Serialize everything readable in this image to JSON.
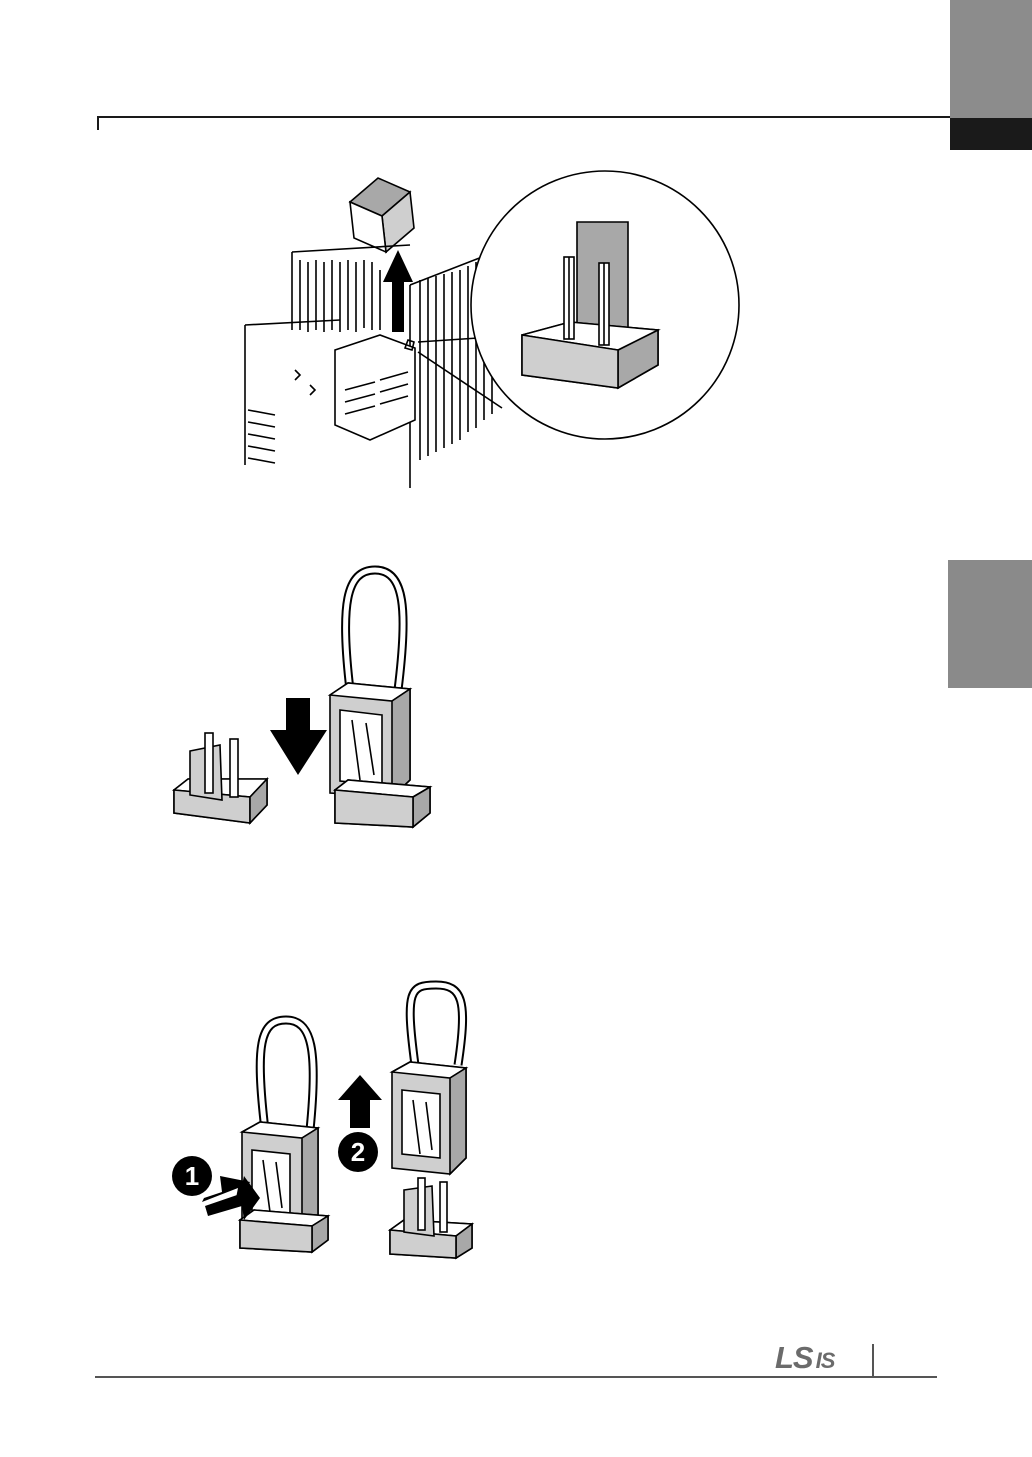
{
  "brand": {
    "logo_text_ls": "LS",
    "logo_text_is": "IS",
    "color": "#6b6b6b"
  },
  "figures": {
    "figure1": {
      "icon": "switch-cover-removal-illustration"
    },
    "figure2": {
      "icon": "jumper-insertion-illustration"
    },
    "figure3": {
      "icon": "jumper-removal-illustration",
      "step_1": "1",
      "step_2": "2"
    }
  },
  "colors": {
    "tab_light": "#8c8c8c",
    "tab_dark": "#1a1a1a",
    "rule": "#1a1a1a"
  }
}
